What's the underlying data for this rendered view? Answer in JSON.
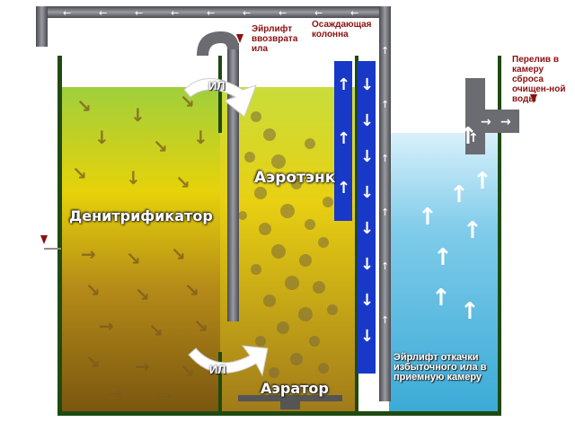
{
  "labels": {
    "airlift_return": "Эйрлифт ввозврата ила",
    "settling_column": "Осаждающая колонна",
    "overflow": "Перелив в камеру сброса очищен-ной воды",
    "il_top": "ИЛ",
    "il_bottom": "ИЛ",
    "aerotank": "Аэротэнк",
    "denitrifier": "Денитрификатор",
    "aerator": "Аэратор",
    "airlift_excess": "Эйрлифт откачки избыточного ила в приемную камеру"
  },
  "colors": {
    "wall": "#1f4a12",
    "pipe": "#6b6b72",
    "column_blue": "#1838c8",
    "marker_red": "#8b1010",
    "water_blue": "#7fcbea"
  }
}
